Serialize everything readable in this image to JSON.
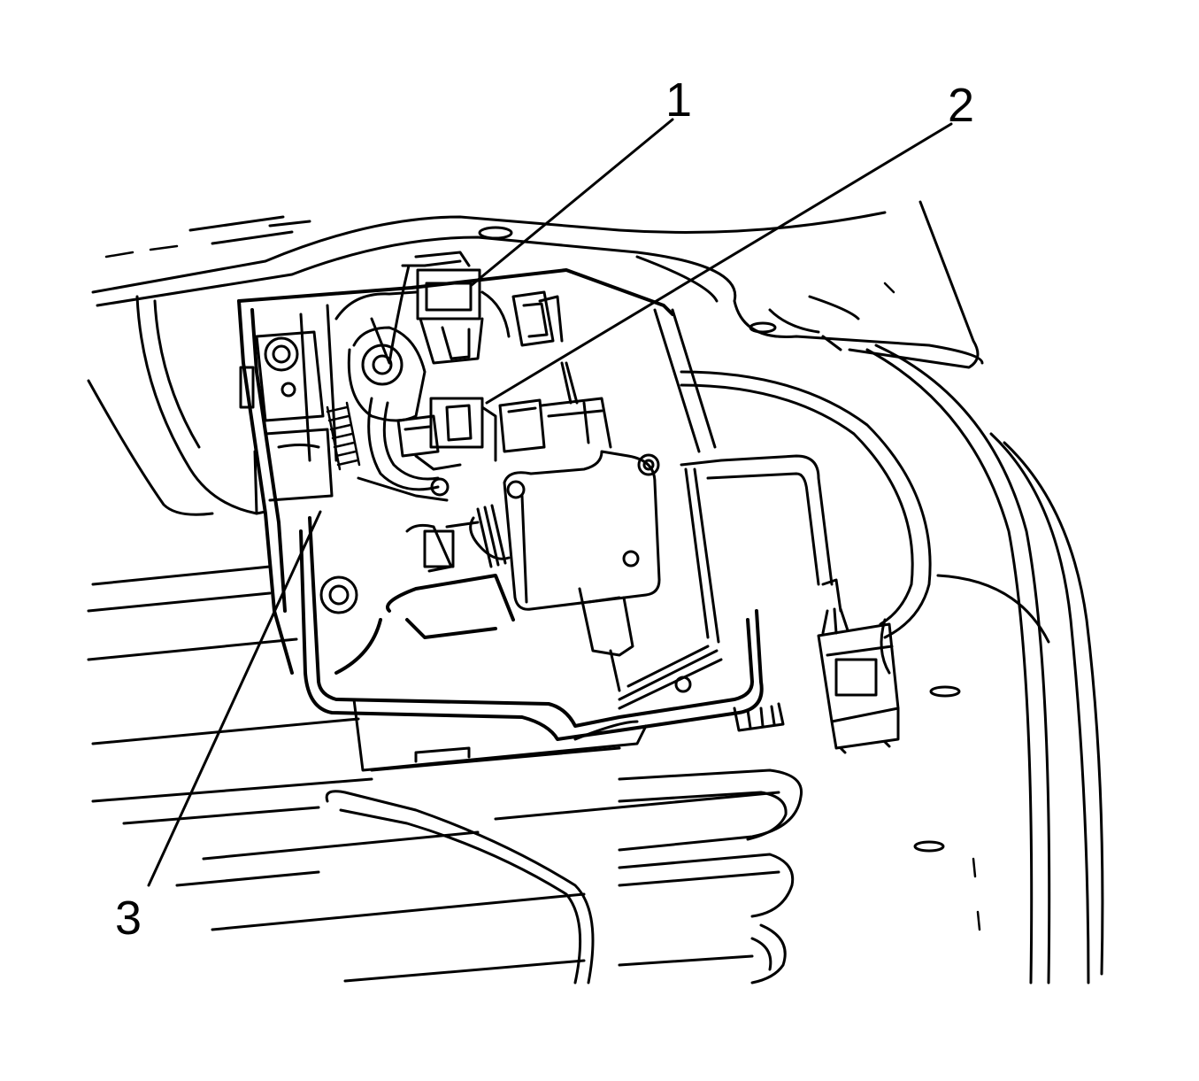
{
  "callouts": [
    {
      "number": "1"
    },
    {
      "number": "2"
    },
    {
      "number": "3"
    }
  ],
  "colors": {
    "ink": "#000000",
    "paper": "#ffffff"
  }
}
